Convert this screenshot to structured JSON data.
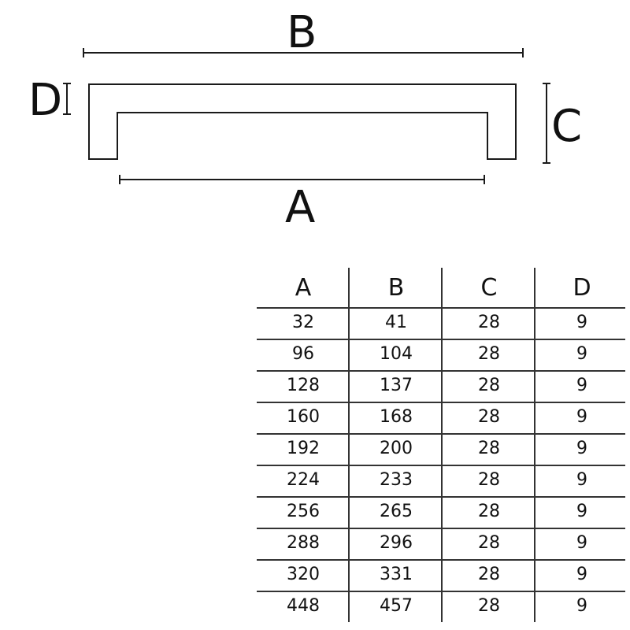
{
  "diagram": {
    "labels": {
      "A": "A",
      "B": "B",
      "C": "C",
      "D": "D"
    },
    "colors": {
      "stroke": "#1a1a1a",
      "background": "#ffffff"
    }
  },
  "table": {
    "headers": [
      "A",
      "B",
      "C",
      "D"
    ],
    "rows": [
      [
        "32",
        "41",
        "28",
        "9"
      ],
      [
        "96",
        "104",
        "28",
        "9"
      ],
      [
        "128",
        "137",
        "28",
        "9"
      ],
      [
        "160",
        "168",
        "28",
        "9"
      ],
      [
        "192",
        "200",
        "28",
        "9"
      ],
      [
        "224",
        "233",
        "28",
        "9"
      ],
      [
        "256",
        "265",
        "28",
        "9"
      ],
      [
        "288",
        "296",
        "28",
        "9"
      ],
      [
        "320",
        "331",
        "28",
        "9"
      ],
      [
        "448",
        "457",
        "28",
        "9"
      ]
    ]
  }
}
